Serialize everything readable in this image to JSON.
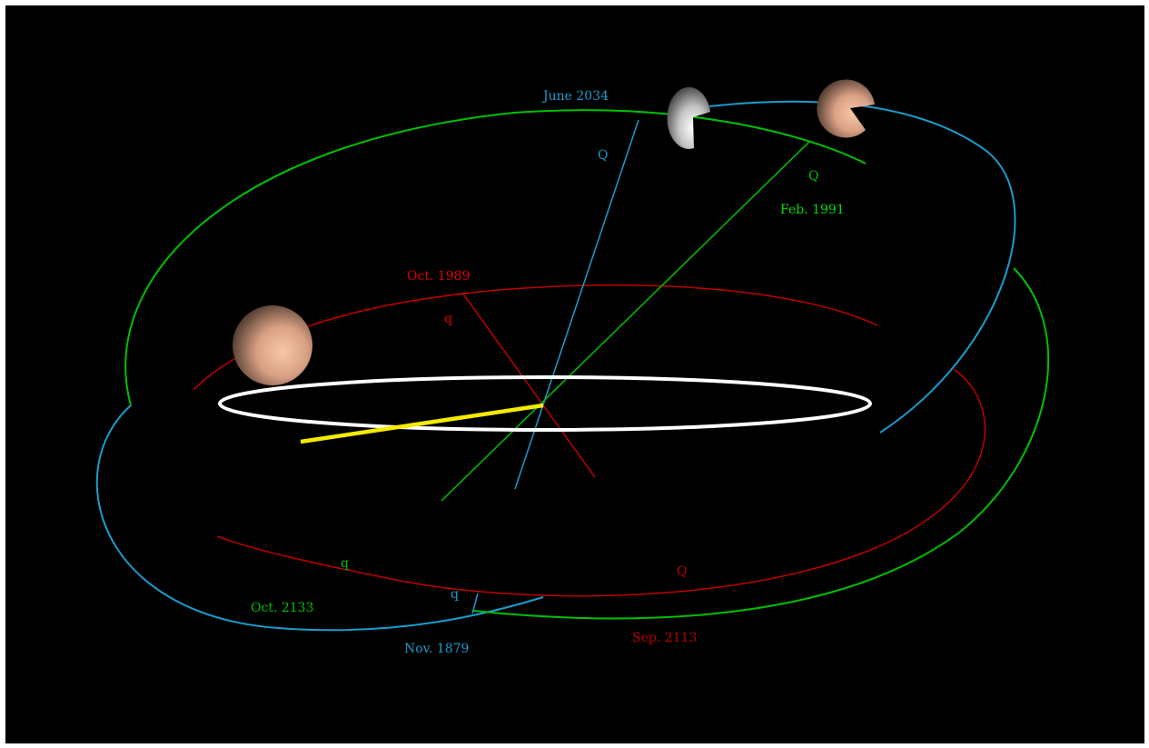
{
  "colors": {
    "background": "#000000",
    "orbit_inner": "#c00000",
    "orbit_middle": "#00c000",
    "orbit_outer": "#1a9ccd",
    "ecliptic": "#ffffff",
    "vernal_direction": "#f5eb00",
    "planet": "#e3a989",
    "grey_body": "#b5b5b5"
  },
  "labels": {
    "june_2034": "June 2034",
    "q_cyan_top": "Q",
    "q_green_top": "Q",
    "feb_1991": "Feb. 1991",
    "oct_1989": "Oct. 1989",
    "q_red_small": "q",
    "q_green_small": "q",
    "q_red_big": "Q",
    "q_cyan_small": "q",
    "oct_2133": "Oct. 2133",
    "nov_1879": "Nov. 1879",
    "sep_2113": "Sep. 2113"
  },
  "icons": {
    "left_planet": "planet-sphere-icon",
    "grey_planet": "moon-sphere-icon",
    "top_right_planet": "planet-sphere-icon"
  }
}
